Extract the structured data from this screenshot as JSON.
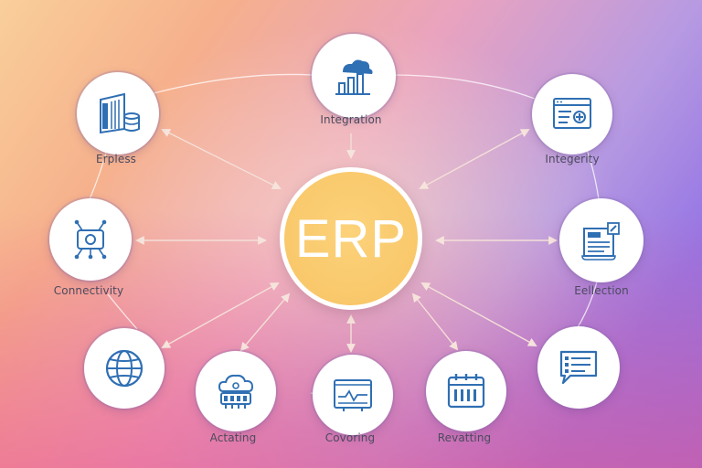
{
  "hub": {
    "label": "ERP"
  },
  "nodes": [
    {
      "id": "integration",
      "label": "Integration",
      "icon": "cloud-chart-icon"
    },
    {
      "id": "erpless",
      "label": "Erpless",
      "icon": "server-database-icon"
    },
    {
      "id": "integrity",
      "label": "Integerity",
      "icon": "browser-window-icon"
    },
    {
      "id": "connectivity",
      "label": "Connectivity",
      "icon": "network-icon"
    },
    {
      "id": "eellection",
      "label": "Eellection",
      "icon": "document-icon"
    },
    {
      "id": "globe",
      "label": "",
      "icon": "globe-icon"
    },
    {
      "id": "chat",
      "label": "",
      "icon": "chat-bubble-icon"
    },
    {
      "id": "actating",
      "label": "Actating",
      "icon": "cloud-server-icon"
    },
    {
      "id": "covoring",
      "label": "Covoring",
      "icon": "dashboard-icon"
    },
    {
      "id": "revatting",
      "label": "Revatting",
      "icon": "calendar-icon"
    }
  ],
  "colors": {
    "icon_blue": "#2f6fb3",
    "hub": "#f9c86b",
    "arrow": "#f3ddd6"
  }
}
